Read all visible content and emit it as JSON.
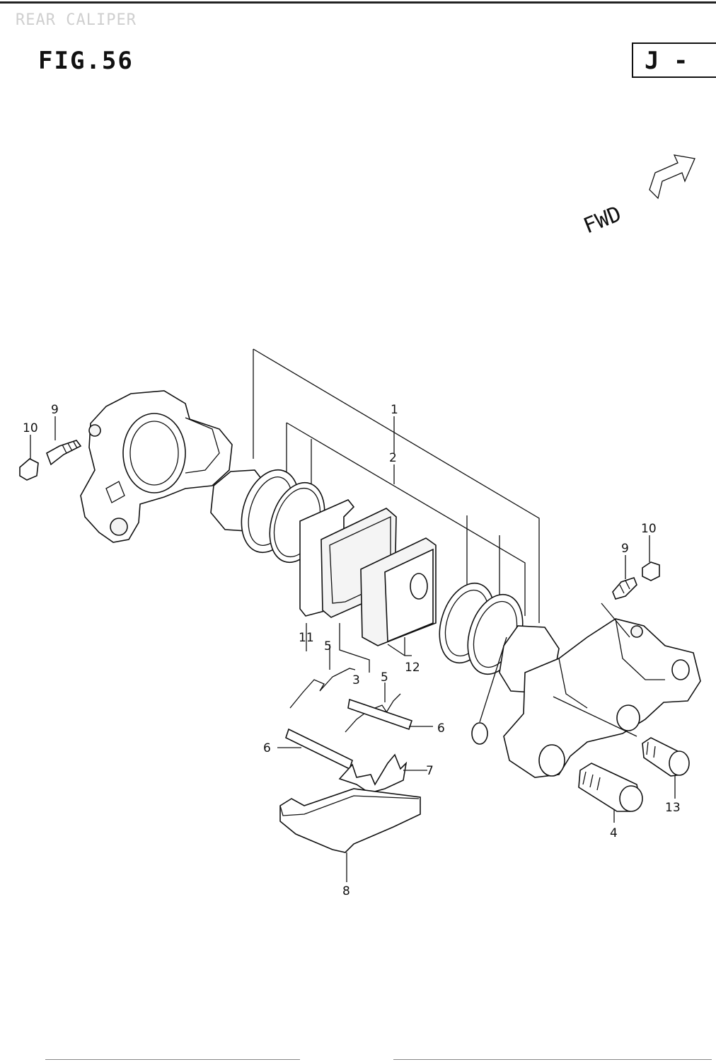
{
  "header": {
    "section_title": "REAR CALIPER"
  },
  "figure": {
    "title": "FIG.56",
    "model_code": "J -",
    "direction_label": "FWD"
  },
  "callouts": [
    {
      "id": "c-1",
      "text": "1"
    },
    {
      "id": "c-2",
      "text": "2"
    },
    {
      "id": "c-3",
      "text": "3"
    },
    {
      "id": "c-4",
      "text": "4"
    },
    {
      "id": "c-5a",
      "text": "5"
    },
    {
      "id": "c-5b",
      "text": "5"
    },
    {
      "id": "c-6a",
      "text": "6"
    },
    {
      "id": "c-6b",
      "text": "6"
    },
    {
      "id": "c-7",
      "text": "7"
    },
    {
      "id": "c-8",
      "text": "8"
    },
    {
      "id": "c-9a",
      "text": "9"
    },
    {
      "id": "c-9b",
      "text": "9"
    },
    {
      "id": "c-10a",
      "text": "10"
    },
    {
      "id": "c-10b",
      "text": "10"
    },
    {
      "id": "c-11",
      "text": "11"
    },
    {
      "id": "c-12",
      "text": "12"
    },
    {
      "id": "c-13",
      "text": "13"
    }
  ]
}
